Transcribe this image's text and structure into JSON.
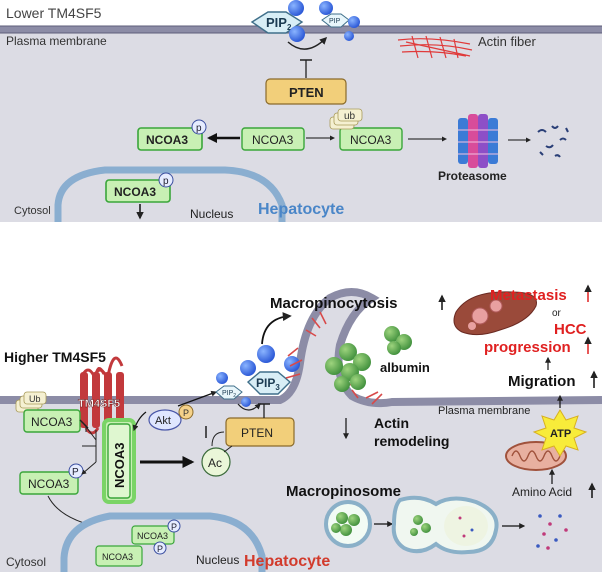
{
  "top_panel": {
    "title": "Lower TM4SF5",
    "membrane_label": "Plasma membrane",
    "pip2_label": "PIP",
    "pip2_sub": "2",
    "pip_small_label": "PIP",
    "pten_label": "PTEN",
    "actin_label": "Actin fiber",
    "ncoa3_p_label": "NCOA3",
    "ncoa3_label": "NCOA3",
    "ncoa3_ub_label": "NCOA3",
    "ub_label": "ub",
    "p_label": "p",
    "proteasome_label": "Proteasome",
    "nuclear_ncoa3_label": "NCOA3",
    "nucleus_label": "Nucleus",
    "cytosol_label": "Cytosol",
    "hepatocyte_label": "Hepatocyte",
    "colors": {
      "hepatocyte": "#4a86c8",
      "cell_fill": "#dcdce6",
      "membrane": "#6a6a86",
      "ncoa3_fill": "#c8f0b4",
      "ncoa3_stroke": "#3aa63a",
      "pten_fill": "#f2cf7a"
    }
  },
  "bottom_panel": {
    "higher_label": "Higher TM4SF5",
    "tm4sf5_label": "TM4SF5",
    "ub_label": "Ub",
    "ncoa3_ub_label": "NCOA3",
    "ncoa3_p_label": "NCOA3",
    "p_label": "P",
    "ncoa3_vertical_label": "NCOA3",
    "akt_label": "Akt",
    "ac_label": "Ac",
    "pten_label": "PTEN",
    "pip3_label": "PIP",
    "pip3_sub": "3",
    "pip2_small_label": "PIP",
    "pip2_small_sub": "2",
    "macropinocytosis_label": "Macropinocytosis",
    "albumin_label": "albumin",
    "actin_remodeling_line1": "Actin",
    "actin_remodeling_line2": "remodeling",
    "membrane_label": "Plasma membrane",
    "macropinosome_label": "Macropinosome",
    "metastasis_label": "Metastasis",
    "or_label": "or",
    "hcc_line1": "HCC",
    "hcc_line2": "progression",
    "migration_label": "Migration",
    "atp_label": "ATP",
    "amino_acid_label": "Amino Acid",
    "nuclear_ncoa3_label": "NCOA3",
    "nuclear_ncoa3_label2": "NCOA3",
    "nucleus_label": "Nucleus",
    "cytosol_label": "Cytosol",
    "hepatocyte_label": "Hepatocyte",
    "colors": {
      "hepatocyte": "#d23b2c",
      "red_text": "#e02020",
      "tm4sf5": "#c2393c"
    }
  }
}
